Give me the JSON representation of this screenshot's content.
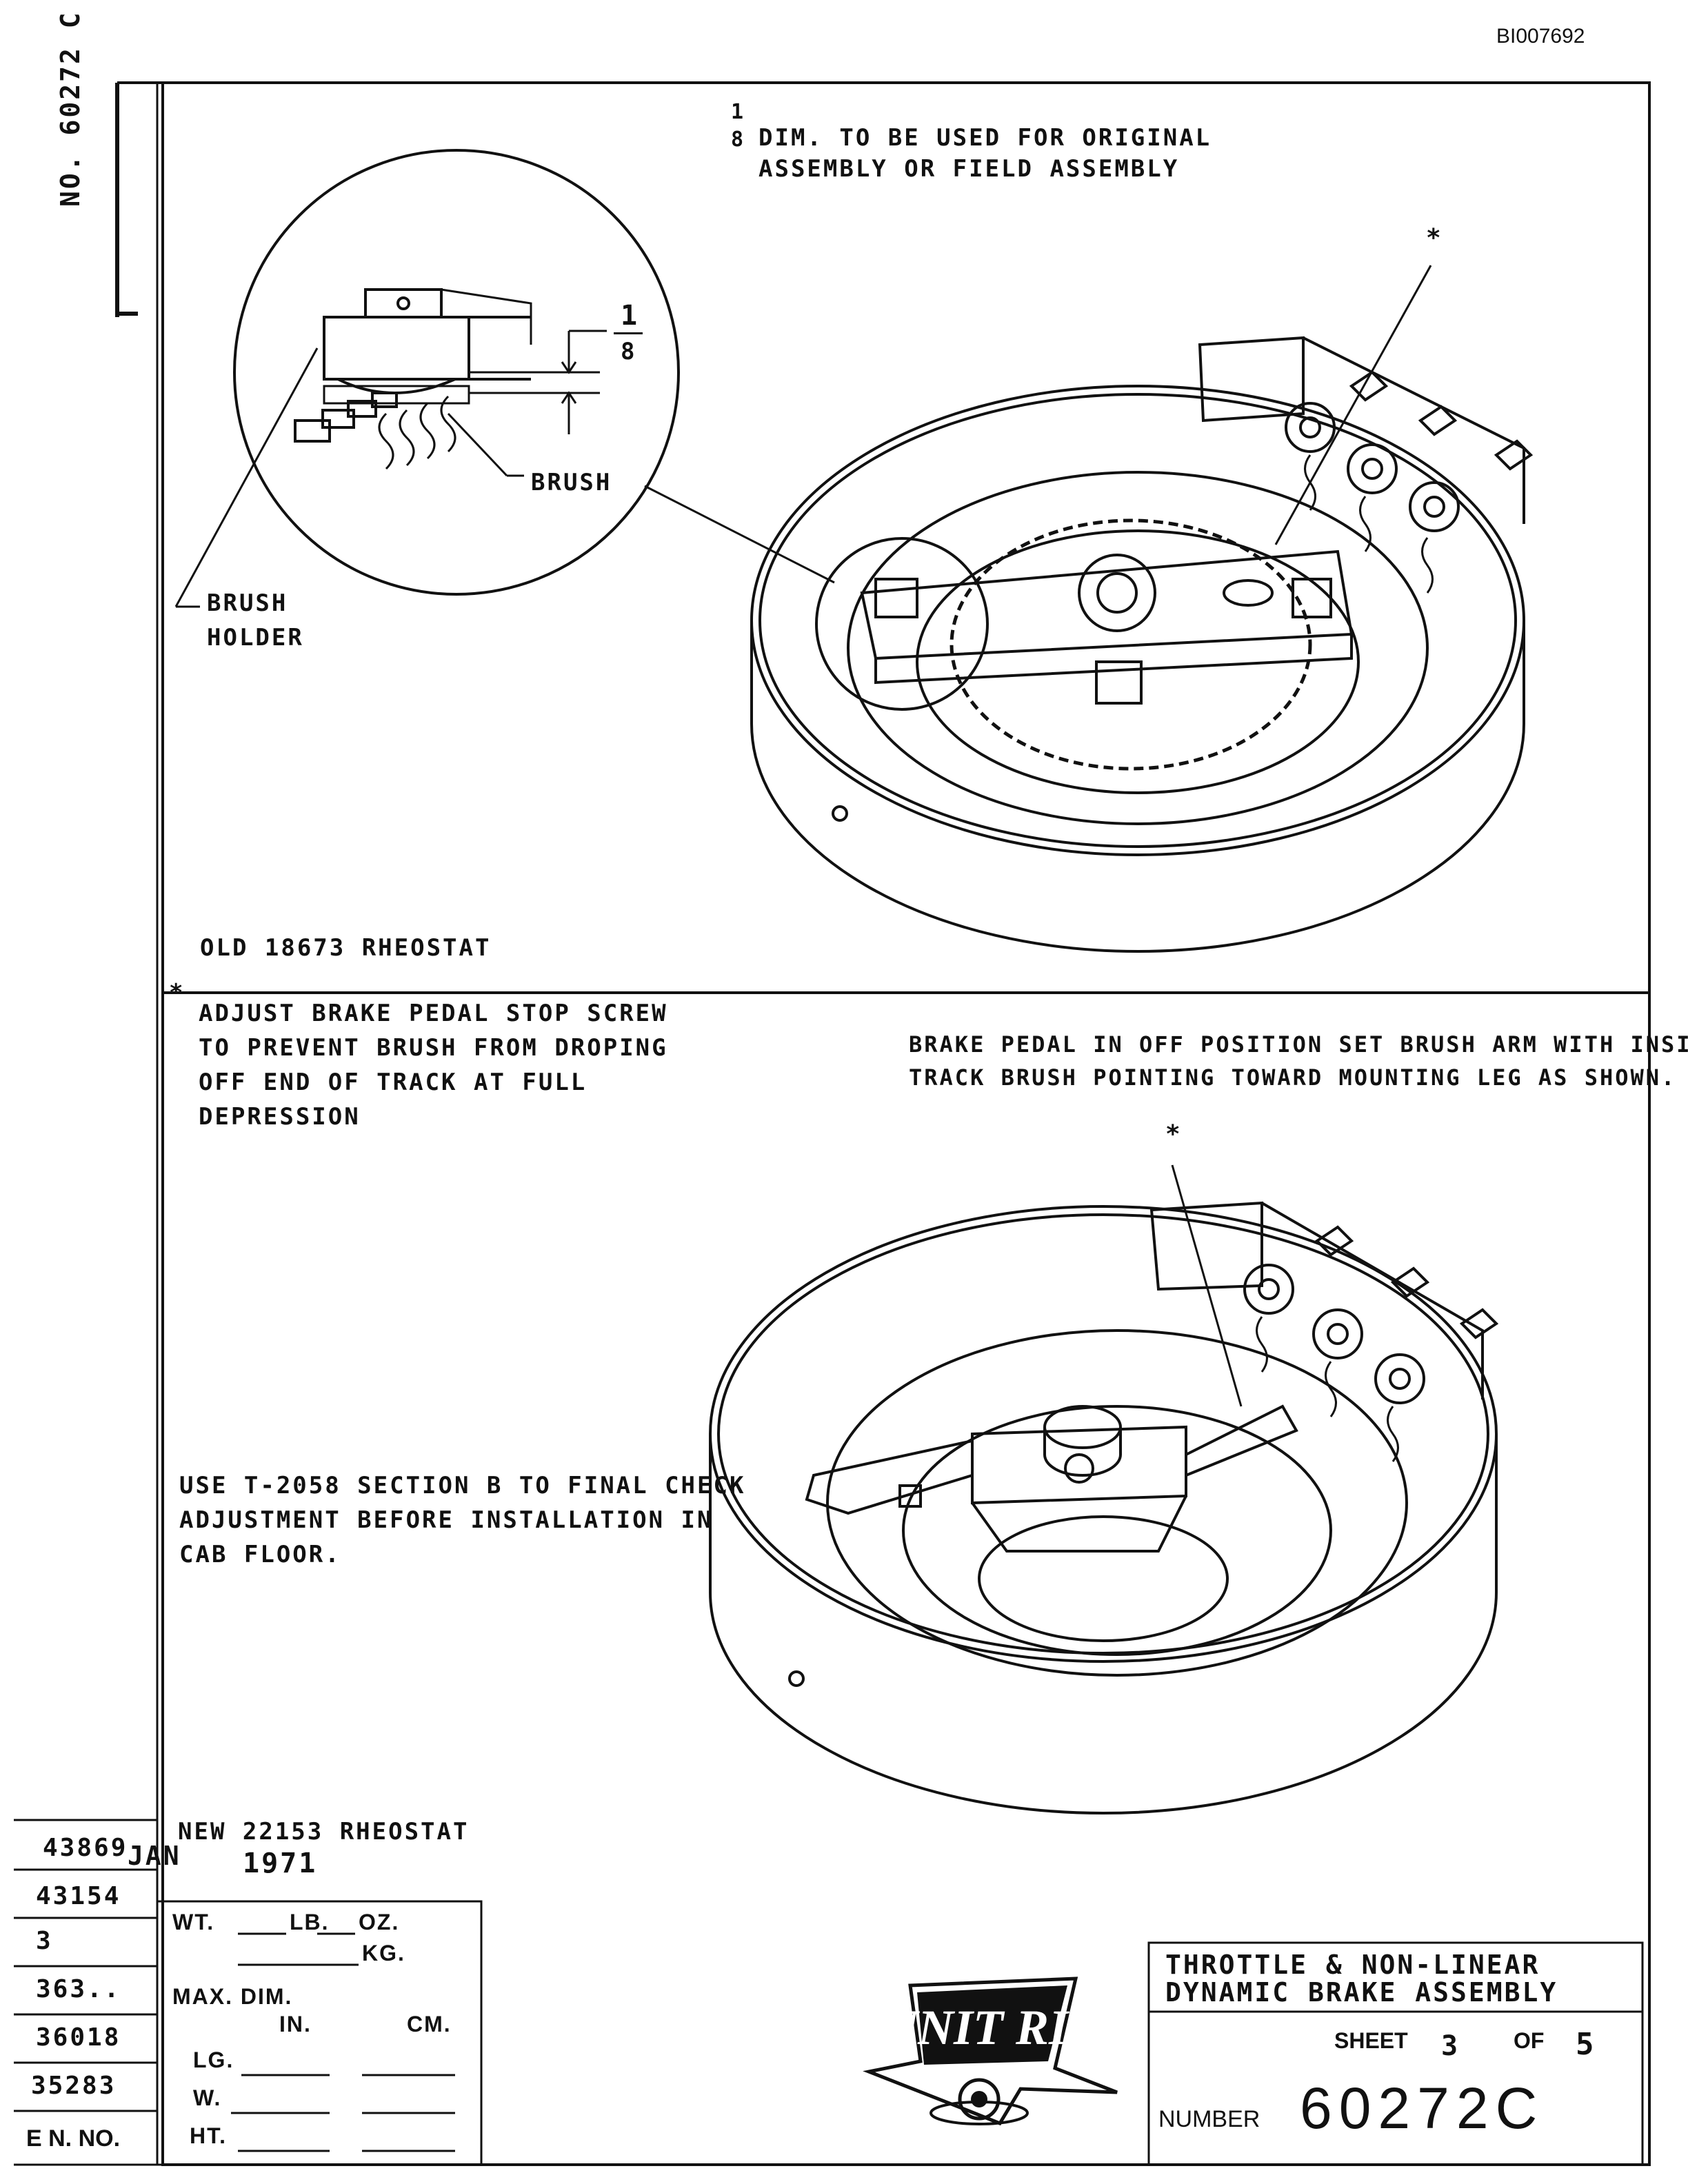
{
  "doc_id": "BI007692",
  "drawing_no_vertical": "60272 C",
  "drawing_no_prefix": "NO.",
  "top_note_fraction_num": "1",
  "top_note_fraction_den": "8",
  "top_note_line1": "DIM. TO BE USED FOR ORIGINAL",
  "top_note_line2": "ASSEMBLY OR FIELD ASSEMBLY",
  "asterisk": "*",
  "detail_dim_num": "1",
  "detail_dim_den": "8",
  "label_brush": "BRUSH",
  "label_brush_holder_1": "BRUSH",
  "label_brush_holder_2": "HOLDER",
  "old_rheostat": "OLD 18673 RHEOSTAT",
  "adjust_note": [
    "ADJUST BRAKE PEDAL STOP SCREW",
    "TO PREVENT BRUSH FROM DROPING",
    "OFF END OF TRACK AT FULL",
    "DEPRESSION"
  ],
  "brake_note": [
    "BRAKE PEDAL IN OFF POSITION SET BRUSH ARM WITH INSIDE",
    "TRACK BRUSH POINTING TOWARD MOUNTING LEG AS SHOWN."
  ],
  "use_note": [
    "USE T-2058 SECTION B TO FINAL CHECK",
    "ADJUSTMENT BEFORE INSTALLATION IN",
    "CAB FLOOR."
  ],
  "new_rheostat": "NEW 22153 RHEOSTAT",
  "date_month": "JAN",
  "date_year": "1971",
  "ecn_numbers": [
    "43869",
    "43154",
    "3",
    "363..",
    "36018",
    "35283"
  ],
  "ecn_label": "E N. NO.",
  "weight": {
    "wt": "WT.",
    "lb": "LB.",
    "oz": "OZ.",
    "kg": "KG."
  },
  "max_dim": {
    "title": "MAX. DIM.",
    "in": "IN.",
    "cm": "CM.",
    "lg": "LG.",
    "w": "W.",
    "ht": "HT."
  },
  "title_line1": "THROTTLE & NON-LINEAR",
  "title_line2": "DYNAMIC BRAKE ASSEMBLY",
  "sheet_label": "SHEET",
  "sheet_num": "3",
  "sheet_of": "OF",
  "sheet_total": "5",
  "number_label": "NUMBER",
  "number_value": "60272C",
  "logo_text": "UNIT RIG"
}
